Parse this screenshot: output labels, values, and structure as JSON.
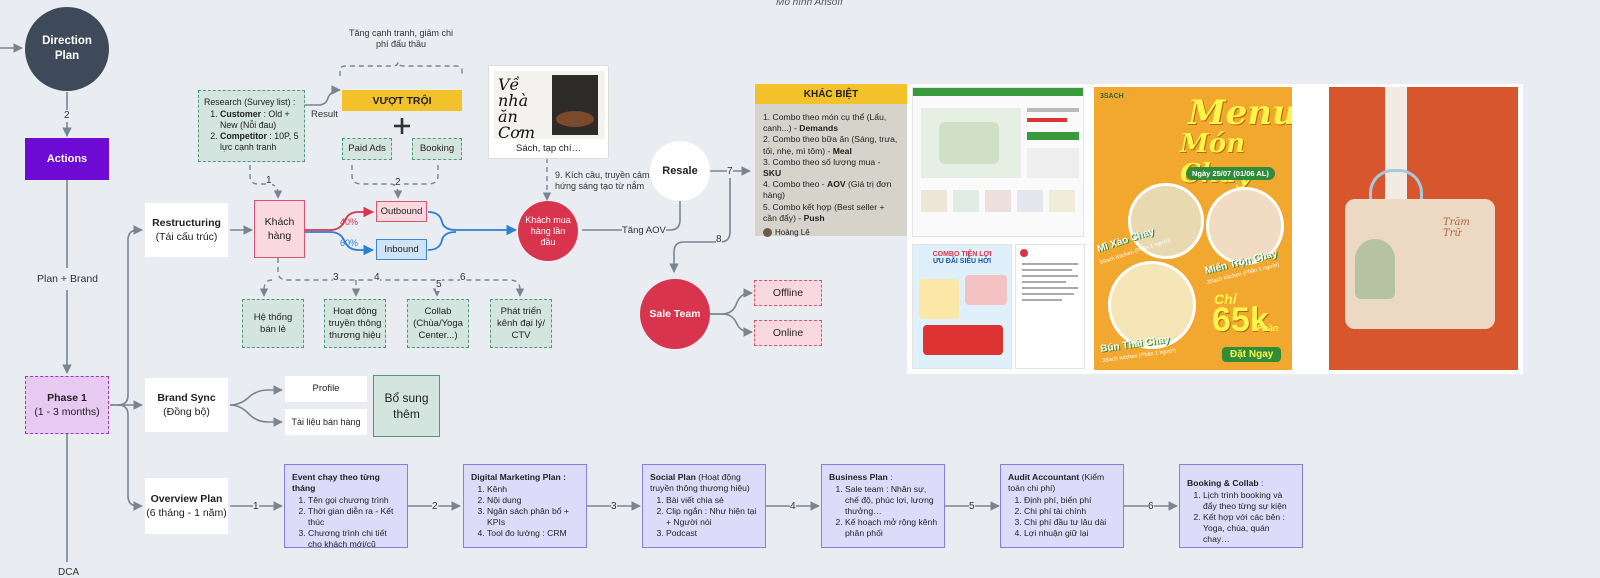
{
  "top_caption": "Mô hình Ansoff",
  "direction_plan": "Direction Plan",
  "actions": "Actions",
  "edge_2": "2",
  "plan_brand": "Plan + Brand",
  "phase1": {
    "title": "Phase 1",
    "sub": "(1 - 3 months)"
  },
  "dca": "DCA",
  "restructuring": {
    "title": "Restructuring",
    "sub": "(Tái cấu trúc)"
  },
  "khach_hang": "Khách hàng",
  "research": {
    "title": "Research (Survey list) :",
    "items": [
      {
        "bold": "Customer",
        "rest": " : Old + New (Nỗi đau)"
      },
      {
        "bold": "Competitor",
        "rest": " : 10P, 5 lực cạnh tranh"
      }
    ]
  },
  "result_label": "Result",
  "vuot_troi": "VƯỢT TRỘI",
  "plus": "+",
  "paid_ads": "Paid Ads",
  "booking": "Booking",
  "brace_text": "Tăng cạnh tranh, giảm chi phí đấu thầu",
  "book_caption": "Sách, tạp chí…",
  "book_title": "Về nhà ăn Cơm",
  "outbound": "Outbound",
  "inbound": "Inbound",
  "pct_40": "40%",
  "pct_60": "60%",
  "edge_labels": {
    "e1": "1",
    "e2": "2",
    "e3": "3",
    "e4": "4",
    "e5": "5",
    "e6": "6",
    "e7": "7",
    "e8": "8"
  },
  "khach_mua": "Khách mua hàng lần đầu",
  "note_9": "9. Kích cầu, truyền cảm hứng sáng tạo từ nắm",
  "tang_aov": "Tăng AOV",
  "resale": "Resale",
  "sale_team": "Sale Team",
  "offline": "Offline",
  "online": "Online",
  "bottom_row": [
    "Hệ thống bán lẻ",
    "Hoạt động truyền thông thương hiệu",
    "Collab (Chùa/Yoga Center...)",
    "Phát triển kênh đại lý/ CTV"
  ],
  "khac_biet": {
    "title": "KHÁC BIỆT",
    "items": [
      {
        "text": "1. Combo theo món cụ thể (Lẩu, canh...) - ",
        "bold": "Demands"
      },
      {
        "text": "2. Combo theo bữa ăn (Sáng, trưa, tối, nhẹ, mì tôm) - ",
        "bold": "Meal"
      },
      {
        "text": "3. Combo theo số lượng mua - ",
        "bold": "SKU"
      },
      {
        "text": "4. Combo theo - ",
        "bold": "AOV",
        "tail": " (Giá trị đơn hàng)"
      },
      {
        "text": "5. Combo kết hợp (Best seller + cần đẩy) - ",
        "bold": "Push"
      }
    ],
    "author": "Hoàng Lê"
  },
  "combo_poster": {
    "line1": "COMBO TIỆN LỢI",
    "line2": "ƯU ĐÃI SIÊU HỜI"
  },
  "menu_poster": {
    "title1": "Menu",
    "title2": "Món Chay",
    "date": "Ngày 25/07 (01/06 AL)",
    "dish1": "Mì Xào Chay",
    "dish1_sub": "3Sach Kitchen (Phần 1 người)",
    "dish2": "Miến Trộn Chay",
    "dish2_sub": "3Sach Kitchen (Phần 1 người)",
    "dish3": "Bún Thái Chay",
    "dish3_sub": "3Sach Kitchen (Phần 1 người)",
    "price_prefix": "Chỉ",
    "price": "65k",
    "price_unit": "/Phần",
    "cta": "Đặt Ngay",
    "logo": "3SACH"
  },
  "bag_text": "Trăm Trữ",
  "brand_sync": {
    "title": "Brand Sync",
    "sub": "(Đồng bộ)"
  },
  "profile": "Profile",
  "tai_lieu": "Tài liệu bán hàng",
  "bo_sung": "Bổ sung thêm",
  "overview": {
    "title": "Overview Plan",
    "sub": "(6 tháng - 1 năm)"
  },
  "plans": [
    {
      "title": "Event chạy theo từng tháng",
      "title_rest": "",
      "items": [
        "Tên gọi chương trình",
        "Thời gian diễn ra - Kết thúc",
        "Chương trình chi tiết cho khách mới/cũ"
      ]
    },
    {
      "title": "Digital Marketing Plan :",
      "title_rest": "",
      "items": [
        "Kênh",
        "Nội dung",
        "Ngân sách phân bổ + KPIs",
        "Tool đo lường : CRM"
      ]
    },
    {
      "title": "Social Plan",
      "title_rest": " (Hoạt động truyền thông thương hiệu)",
      "items": [
        "Bài viết chia sẻ",
        "Clip ngắn : Như hiện tại + Người nói",
        "Podcast"
      ]
    },
    {
      "title": "Business Plan",
      "title_rest": " :",
      "items": [
        "Sale team : Nhân sự, chế độ, phúc lợi, lương thưởng…",
        "Kế hoạch mở rộng kênh phân phối"
      ]
    },
    {
      "title": "Audit Accountant",
      "title_rest": " (Kiểm toán chi phí)",
      "items": [
        "Định phí, biến phí",
        "Chi phí tài chính",
        "Chi phí đầu tư lâu dài",
        "Lợi nhuận giữ lại"
      ]
    },
    {
      "title": "Booking & Collab",
      "title_rest": " :",
      "items": [
        "Lịch trình booking và đẩy theo từng sự kiện",
        "Kết hợp với các bên : Yoga, chùa, quán chay…"
      ]
    }
  ],
  "plan_edges": [
    "1",
    "2",
    "3",
    "4",
    "5",
    "6"
  ],
  "colors": {
    "dark_circle": "#3e4a5a",
    "actions": "#6d0ad4",
    "phase": "#e7c9f2",
    "red": "#d9344d",
    "plan_fill": "#dcdcfa",
    "yellow": "#f3c22b"
  }
}
